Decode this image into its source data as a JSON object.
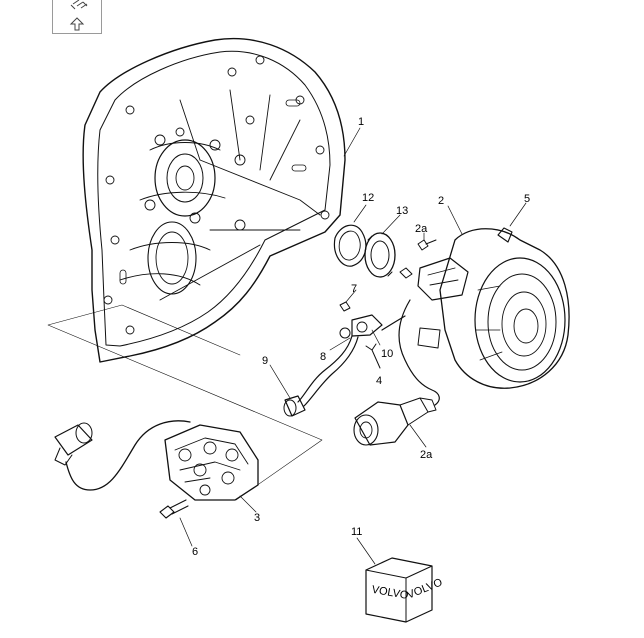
{
  "callouts": {
    "c1": "1",
    "c2": "2",
    "c2a_top": "2a",
    "c2a_bottom": "2a",
    "c3": "3",
    "c4": "4",
    "c5": "5",
    "c6": "6",
    "c7": "7",
    "c8": "8",
    "c9": "9",
    "c10": "10",
    "c11": "11",
    "c12": "12",
    "c13": "13"
  },
  "box_label": "VOLVO",
  "icons": {
    "nav": "shortcut-up-arrow-icon"
  }
}
